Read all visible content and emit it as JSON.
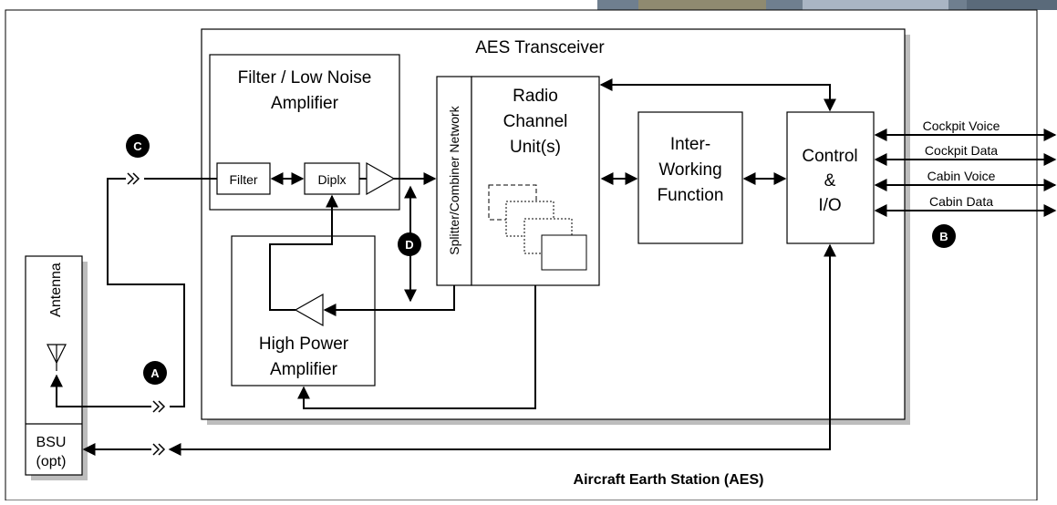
{
  "diagram": {
    "outer_title": "Aircraft Earth Station (AES)",
    "transceiver_title": "AES Transceiver",
    "filter_lna": {
      "line1": "Filter / Low Noise",
      "line2": "Amplifier"
    },
    "filter_label": "Filter",
    "diplx_label": "Diplx",
    "splitter_label": "Splitter/Combiner Network",
    "rcu": {
      "line1": "Radio",
      "line2": "Channel",
      "line3": "Unit(s)"
    },
    "iwf": {
      "line1": "Inter-",
      "line2": "Working",
      "line3": "Function"
    },
    "control": {
      "line1": "Control",
      "line2": "&",
      "line3": "I/O"
    },
    "hpa": {
      "line1": "High Power",
      "line2": "Amplifier"
    },
    "antenna_label": "Antenna",
    "bsu": {
      "line1": "BSU",
      "line2": "(opt)"
    },
    "markers": {
      "a": "A",
      "b": "B",
      "c": "C",
      "d": "D"
    },
    "interfaces": [
      "Cockpit Voice",
      "Cockpit Data",
      "Cabin Voice",
      "Cabin Data"
    ]
  }
}
